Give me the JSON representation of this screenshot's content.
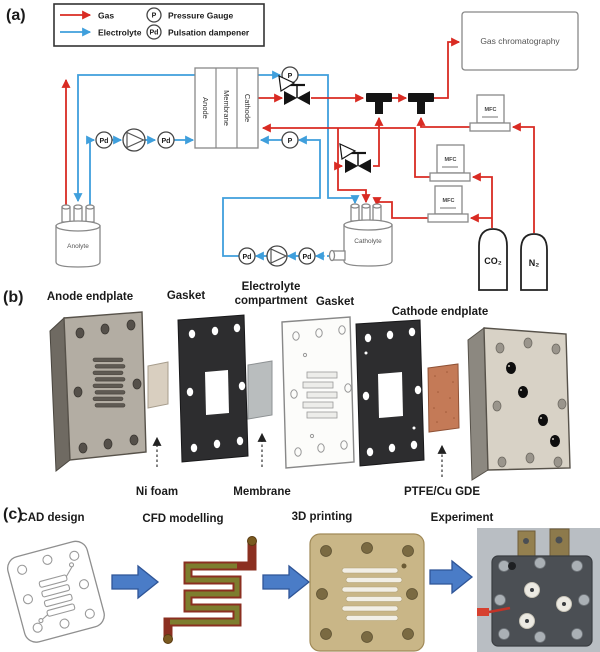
{
  "panel_a": {
    "label": "(a)",
    "legend": {
      "gas": "Gas",
      "electrolyte": "Electrolyte",
      "pressure_symbol": "P",
      "pressure_label": "Pressure Gauge",
      "pd_symbol": "Pd",
      "pd_label": "Pulsation dampener"
    },
    "cell": {
      "anode": "Anode",
      "membrane": "Membrane",
      "cathode": "Cathode"
    },
    "gas_chromatography": "Gas chromatography",
    "mfc": "MFC",
    "anolyte": "Anolyte",
    "catholyte": "Catholyte",
    "co2": "CO₂",
    "n2": "N₂",
    "colors": {
      "gas_line": "#d92b23",
      "electrolyte_line": "#3f9fdc"
    }
  },
  "panel_b": {
    "label": "(b)",
    "component_labels": {
      "anode_endplate": "Anode endplate",
      "gasket_left": "Gasket",
      "electrolyte_compartment_line1": "Electrolyte",
      "electrolyte_compartment_line2": "compartment",
      "gasket_right": "Gasket",
      "cathode_endplate": "Cathode endplate"
    },
    "callouts": {
      "ni_foam": "Ni foam",
      "membrane": "Membrane",
      "gde": "PTFE/Cu GDE"
    }
  },
  "panel_c": {
    "label": "(c)",
    "steps": {
      "cad": "CAD design",
      "cfd": "CFD modelling",
      "printing": "3D printing",
      "experiment": "Experiment"
    }
  }
}
